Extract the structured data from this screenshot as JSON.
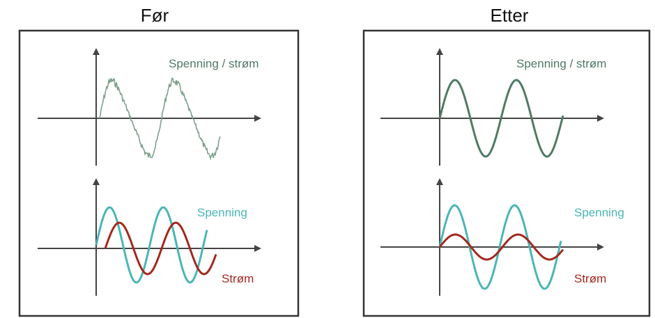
{
  "panels": [
    {
      "title": "Før",
      "top_label": "Spenning / strøm",
      "voltage_label": "Spenning",
      "current_label": "Strøm"
    },
    {
      "title": "Etter",
      "top_label": "Spenning / strøm",
      "voltage_label": "Spenning",
      "current_label": "Strøm"
    }
  ],
  "colors": {
    "combined": "#4f7a63",
    "combined_noisy": "#7fa08c",
    "voltage": "#4bb5b5",
    "current": "#a3281e",
    "axis": "#444444",
    "frame": "#333333"
  }
}
